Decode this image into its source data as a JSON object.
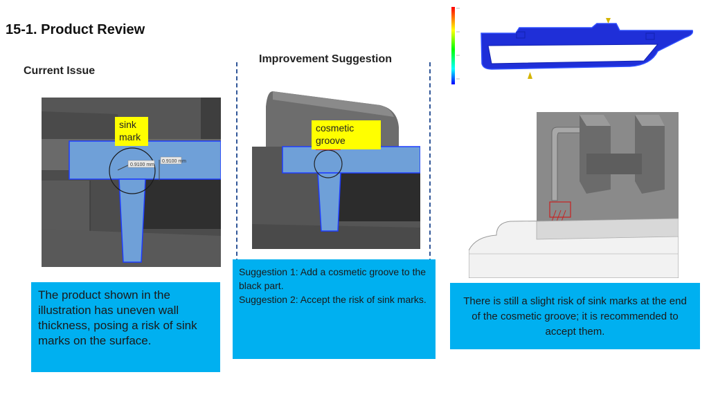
{
  "slide": {
    "title": "15-1. Product Review",
    "current": {
      "heading": "Current Issue",
      "callout": "sink mark",
      "measure_1": "0.9100 mm",
      "measure_2": "0.9100 mm",
      "description": "The product shown in the illustration has uneven wall thickness, posing a risk of sink marks on the surface."
    },
    "improvement": {
      "heading": "Improvement Suggestion",
      "callout": "cosmetic groove",
      "suggestion_1": "Suggestion 1: Add a cosmetic groove to the black part.",
      "suggestion_2": "Suggestion 2: Accept the risk of sink marks."
    },
    "analysis": {
      "note": "There is still a slight risk of sink marks at the end of the cosmetic groove; it is recommended to accept them."
    }
  },
  "colors": {
    "callout_bg": "#ffff00",
    "textbox_bg": "#00b0f0",
    "rib_fill": "#6fa0d8",
    "divider": "#2f5597",
    "part_dark": "#3b3b3b",
    "sim_blue": "#1f2fd8"
  },
  "icons": {
    "marker": "yellow-triangle-marker"
  }
}
